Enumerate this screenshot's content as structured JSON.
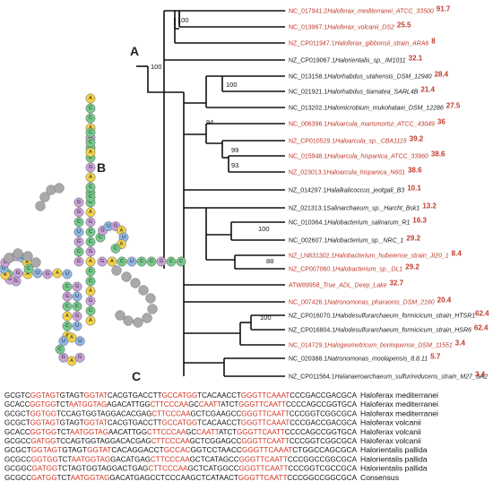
{
  "panels": {
    "a": "A",
    "b": "B",
    "c": "C"
  },
  "tree": {
    "leaves": [
      {
        "acc": "NC_017941.2",
        "name": "Haloferax_mediterranei_ATCC_33500",
        "value": "91.7",
        "red": true
      },
      {
        "acc": "NC_013967.1",
        "name": "Haloferax_volcanii_DS2",
        "value": "25.5",
        "red": true
      },
      {
        "acc": "NZ_CP011947.1",
        "name": "Haloferax_gibbonsii_strain_ARA6",
        "value": "8",
        "red": true
      },
      {
        "acc": "NZ_CP019067.1",
        "name": "Halorientalis_sp._IM1011",
        "value": "32.1",
        "red": false
      },
      {
        "acc": "NC_013158.1",
        "name": "Halorhabdus_utahensis_DSM_12940",
        "value": "28.4",
        "red": false
      },
      {
        "acc": "NC_021921.1",
        "name": "Halorhabdus_tiamatea_SARL4B",
        "value": "21.4",
        "red": false
      },
      {
        "acc": "NC_013202.1",
        "name": "Halomicrobium_mukohataei_DSM_12286",
        "value": "27.5",
        "red": false
      },
      {
        "acc": "NC_006396.1",
        "name": "Haloarcula_marismortui_ATCC_43049",
        "value": "36",
        "red": true
      },
      {
        "acc": "NZ_CP010529.1",
        "name": "Haloarcula_sp._CBA1115",
        "value": "39.2",
        "red": true
      },
      {
        "acc": "NC_015948.1",
        "name": "Haloarcula_hispanica_ATCC_33960",
        "value": "38.6",
        "red": true
      },
      {
        "acc": "NZ_023013.1",
        "name": "Haloarcula_hispanica_N601",
        "value": "38.6",
        "red": true
      },
      {
        "acc": "NZ_014297.1",
        "name": "Halalkalicoccus_jeotgali_B3",
        "value": "10.1",
        "red": false
      },
      {
        "acc": "NZ_021313.1",
        "name": "Salinarchaeum_sp._Harcht_Bsk1",
        "value": "13.2",
        "red": false
      },
      {
        "acc": "NC_010364.1",
        "name": "Halobacterium_salinarum_R1",
        "value": "16.3",
        "red": false
      },
      {
        "acc": "NC_002607.1",
        "name": "Halobacterium_sp._NRC_1",
        "value": "29.2",
        "red": false
      },
      {
        "acc": "NZ_LN831302.1",
        "name": "Halobacterium_hubeiense_strain_JI20_1",
        "value": "8.4",
        "red": true
      },
      {
        "acc": "NZ_CP007060.1",
        "name": "Halobacterium_sp._DL1",
        "value": "29.2",
        "red": true
      },
      {
        "acc": "ATW89958",
        "name": "True_ADL_Deep_Lake",
        "value": "32.7",
        "red": true
      },
      {
        "acc": "NC_007426.1",
        "name": "Natronomonas_pharaonis_DSM_2160",
        "value": "20.4",
        "red": true
      },
      {
        "acc": "NZ_CP016070.1",
        "name": "Halodesulfurarchaeum_formicicum_strain_HTSR1",
        "value": "62.4",
        "red": false
      },
      {
        "acc": "NZ_CP016804.1",
        "name": "Halodesulfurarchaeum_formicicum_strain_HSR6",
        "value": "62.4",
        "red": false
      },
      {
        "acc": "NC_014729.1",
        "name": "Halogeometricum_borinquense_DSM_11551",
        "value": "3.4",
        "red": true
      },
      {
        "acc": "NC_020388.1",
        "name": "Natronomonas_moolapensis_8.8.11",
        "value": "5.7",
        "red": false
      },
      {
        "acc": "NZ_CP011564.1",
        "name": "Halanaeroarchaeum_sulfurireducens_strain_M27_SA2",
        "value": "3.4",
        "red": false
      }
    ],
    "bootstrap": [
      "100",
      "100",
      "100",
      "94",
      "99",
      "93",
      "100",
      "88",
      "100"
    ]
  },
  "trna": {
    "acceptor_5p": [
      "G",
      "C",
      "G",
      "U",
      "C",
      "G",
      "G"
    ],
    "acceptor_3p": [
      "C",
      "C",
      "A",
      "G",
      "C",
      "C",
      "G",
      "A",
      "C",
      "C",
      "A",
      "G",
      "C",
      "A"
    ],
    "d_stem": [
      "U",
      "A",
      "G",
      "U",
      "A",
      "G",
      "C"
    ],
    "d_loop": [
      "G",
      "G",
      "A",
      "U",
      "G",
      "A",
      "G",
      "U",
      "A",
      "C"
    ],
    "anticodon_stem": [
      "C",
      "G",
      "G",
      "U",
      "C",
      "C",
      "A",
      "G",
      "C",
      "U",
      "A"
    ],
    "anticodon_loop": [
      "G",
      "A",
      "G",
      "C",
      "U",
      "A",
      "U"
    ],
    "t_stem": [
      "G",
      "A",
      "C",
      "U",
      "C",
      "C",
      "G",
      "C",
      "C"
    ],
    "t_loop": [
      "C",
      "G",
      "U",
      "G",
      "A",
      "U",
      "A",
      "C"
    ]
  },
  "alignment": [
    {
      "seq": [
        "GCGTC",
        "GGT",
        "AGTGTAGT",
        "GGTAT",
        "CACGTGACCTT",
        "GCCAT",
        "GGTCACAACCTGGGTT",
        "CAA",
        "ATCCCGACCGACGCA"
      ],
      "label": "Haloferax mediterranei"
    },
    {
      "seq": [
        "GCACC",
        "GGT",
        "GGTCTAATGGTAG",
        "AGACATTGGCTT",
        "CCC",
        "AAGCCAATTATCTGGGTT",
        "CAAT",
        "TCCCCAGCCGGTGCA"
      ],
      "label": "Haloferax mediterranei"
    },
    {
      "seq": [
        "GCGCT",
        "GGT",
        "GGTCCAGTGGTAGGACACGAGCTT",
        "CCC",
        "AAGCTCGAAGCCGGGTT",
        "CAA",
        "TTCCCGGTCGGCGCA"
      ],
      "label": "Haloferax mediterranei"
    },
    {
      "seq": [
        "GCGCTGGTAGTGTAGTGGTATCACGTGACCTTGCCATGGTCACAACCTGGGTTCAAATCCCGACCGACGCA"
      ],
      "label": "Haloferax volcanii"
    },
    {
      "seq": [
        "GCACCGGTGGTCTAATGGTAGAACATTGGCTTCCCAAGCCAATTATCTGGGTTCAATTCCCCAGCCGGTGCA"
      ],
      "label": "Haloferax volcanii"
    },
    {
      "seq": [
        "GCGCCGATGGTCCAGTGGTAGGACACGAGCTTCCCAAGCTCGGAGCCGGGTTCAATTCCCGGTCGGCGCA"
      ],
      "label": "Haloferax volcanii"
    },
    {
      "seq": [
        "GCGCTGGTAGTGTAGTGGTATCACAGGACCTGCCACGGTCCTAACCGGGTTCAAATCTGGCCAGCGCA"
      ],
      "label": "Halorientalis pallida"
    },
    {
      "seq": [
        "GCGCCGGTGGTCTAATGGTAGGACATGAGCTTCCCAAGCTCATAGCCGGGTTCAATTCCCGGCCGGCGCA"
      ],
      "label": "Halorientalis pallida"
    },
    {
      "seq": [
        "GCGGCGATGGTCTAGTGGTAGGACTGAGCTTCCCAAGCTCATGGCCGGGTTCAATTCCCGGTCGCCGCA"
      ],
      "label": "Halorientalis pallida"
    },
    {
      "seq": [
        "GCGCCGATGGTCTAATGGTAGGACATGAGCCTCCCAAGCTCATAACTGGGTTCAATTCCCGGCCGGCGCA"
      ],
      "label": "Consensus"
    }
  ]
}
